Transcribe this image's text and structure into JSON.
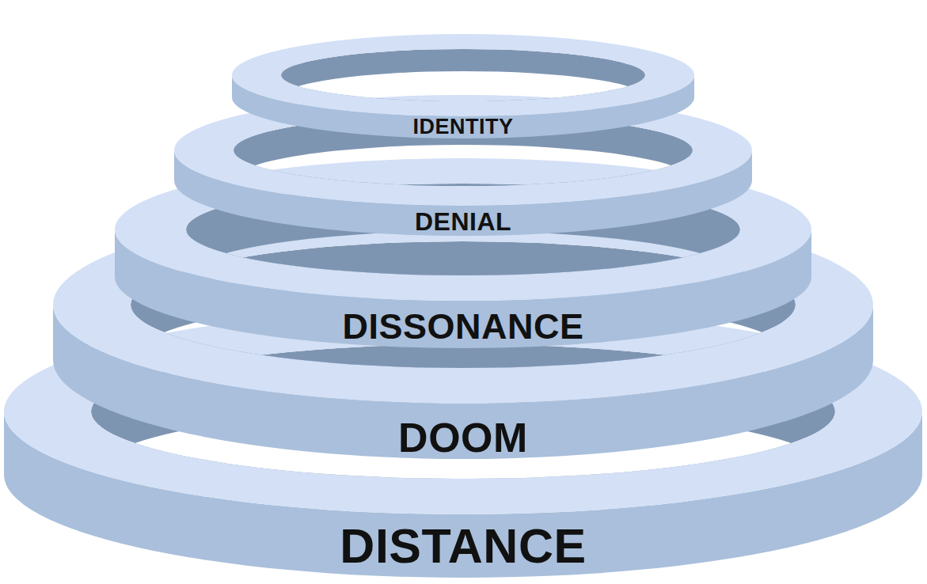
{
  "diagram": {
    "nodes": [
      {
        "text": [
          "IDENTITY"
        ]
      },
      {
        "text": [
          "DENIAL"
        ]
      },
      {
        "text": [
          "DISSONANCE"
        ]
      },
      {
        "text": [
          "DOOM"
        ]
      },
      {
        "text": [
          "DISTANCE"
        ]
      }
    ]
  }
}
